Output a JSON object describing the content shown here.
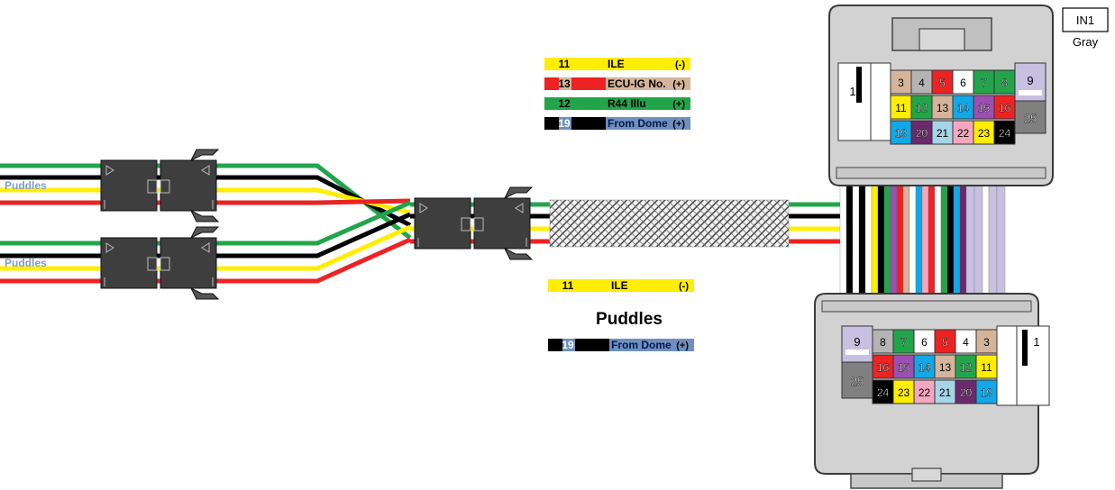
{
  "colors": {
    "green": "#22a54a",
    "black": "#000000",
    "yellow": "#ffee00",
    "red": "#ee2222",
    "tan": "#d4b49a",
    "blue": "#6f8fbf",
    "connector_body": "#3e3e3e",
    "housing": "#d2d2d2",
    "housing_stroke": "#3a3a3a",
    "loom": "#555555",
    "pin_white": "#ffffff",
    "pin_gray": "#b4b4b4",
    "pin_lavender": "#c8c0e0",
    "pin_dark_gray": "#808080",
    "pin_purple": "#9b4fb0",
    "pin_dark_purple": "#6b2a6b",
    "pin_light_blue": "#a8d4e8",
    "pin_pink": "#f4a8c0",
    "pin_cyan": "#10a8e8"
  },
  "connector_label": {
    "id": "IN1",
    "color_name": "Gray"
  },
  "left_labels": [
    "Puddles",
    "Puddles"
  ],
  "top_legend": [
    {
      "pin": "11",
      "name": "ILE",
      "pol": "(-)",
      "swatch": "yellow",
      "fill": "yellow"
    },
    {
      "pin": "13",
      "name": "ECU-IG No.",
      "pol": "(+)",
      "swatch": "red",
      "fill": "tan"
    },
    {
      "pin": "12",
      "name": "R44 Illu",
      "pol": "(+)",
      "swatch": "green",
      "fill": "green"
    },
    {
      "pin": "19",
      "name": "From Dome",
      "pol": "(+)",
      "swatch": "black",
      "fill": "blue"
    }
  ],
  "bottom_title": "Puddles",
  "bottom_legend": [
    {
      "pin": "11",
      "name": "ILE",
      "pol": "(-)",
      "swatch": "yellow",
      "fill": "yellow"
    },
    {
      "pin": "19",
      "name": "From Dome",
      "pol": "(+)",
      "swatch": "black",
      "fill": "blue"
    }
  ],
  "top_connector": {
    "big_pins": [
      "1",
      "9",
      "25"
    ],
    "row1": [
      {
        "n": "3",
        "c": "tan"
      },
      {
        "n": "4",
        "c": "pin_gray"
      },
      {
        "n": "5",
        "c": "red"
      },
      {
        "n": "6",
        "c": "pin_white"
      },
      {
        "n": "7",
        "c": "green"
      },
      {
        "n": "8",
        "c": "green"
      }
    ],
    "row2": [
      {
        "n": "11",
        "c": "yellow"
      },
      {
        "n": "12",
        "c": "green"
      },
      {
        "n": "13",
        "c": "tan"
      },
      {
        "n": "14",
        "c": "pin_cyan"
      },
      {
        "n": "15",
        "c": "pin_purple"
      },
      {
        "n": "16",
        "c": "red"
      }
    ],
    "row3": [
      {
        "n": "19",
        "c": "pin_cyan"
      },
      {
        "n": "20",
        "c": "pin_dark_purple"
      },
      {
        "n": "21",
        "c": "pin_light_blue"
      },
      {
        "n": "22",
        "c": "pin_pink"
      },
      {
        "n": "23",
        "c": "yellow"
      },
      {
        "n": "24",
        "c": "black"
      }
    ]
  },
  "bottom_connector": {
    "big_pins": [
      "9",
      "25",
      "1"
    ],
    "row1": [
      {
        "n": "8",
        "c": "pin_gray"
      },
      {
        "n": "7",
        "c": "green"
      },
      {
        "n": "6",
        "c": "pin_white"
      },
      {
        "n": "5",
        "c": "red"
      },
      {
        "n": "4",
        "c": "pin_white"
      },
      {
        "n": "3",
        "c": "tan"
      }
    ],
    "row2": [
      {
        "n": "16",
        "c": "red"
      },
      {
        "n": "15",
        "c": "pin_purple"
      },
      {
        "n": "14",
        "c": "pin_cyan"
      },
      {
        "n": "13",
        "c": "tan"
      },
      {
        "n": "12",
        "c": "green"
      },
      {
        "n": "11",
        "c": "yellow"
      }
    ],
    "row3": [
      {
        "n": "24",
        "c": "black"
      },
      {
        "n": "23",
        "c": "yellow"
      },
      {
        "n": "22",
        "c": "pin_pink"
      },
      {
        "n": "21",
        "c": "pin_light_blue"
      },
      {
        "n": "20",
        "c": "pin_dark_purple"
      },
      {
        "n": "19",
        "c": "pin_cyan"
      }
    ]
  }
}
